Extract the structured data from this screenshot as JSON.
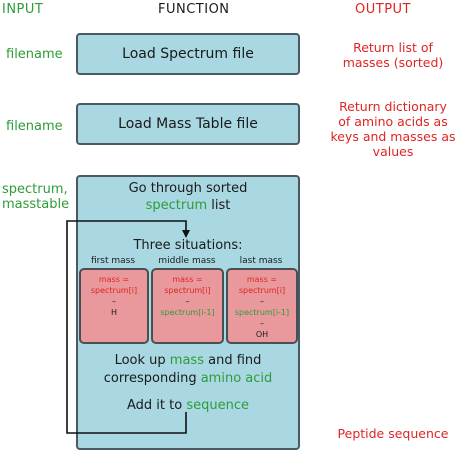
{
  "headers": {
    "input": "INPUT",
    "function": "FUNCTION",
    "output": "OUTPUT"
  },
  "step1": {
    "input": "filename",
    "function": "Load Spectrum file",
    "output_line1": "Return list of",
    "output_line2": "masses (sorted)"
  },
  "step2": {
    "input": "filename",
    "function": "Load Mass Table file",
    "output_line1": "Return dictionary",
    "output_line2": "of amino acids as",
    "output_line3": "keys and masses as",
    "output_line4": "values"
  },
  "step3": {
    "input_line1": "spectrum,",
    "input_line2": "masstable",
    "title_line1": "Go through sorted",
    "title_line2": "spectrum list",
    "title_spectrum": "spectrum",
    "title_list": "list",
    "situations": "Three situations:",
    "cases": [
      {
        "label": "first mass",
        "line1": "mass =",
        "line2": "spectrum[i]",
        "line3": "–",
        "line4": "H",
        "line5": "",
        "line6": ""
      },
      {
        "label": "middle mass",
        "line1": "mass =",
        "line2": "spectrum[i]",
        "line3": "–",
        "line4": "spectrum[i-1]",
        "line5": "",
        "line6": ""
      },
      {
        "label": "last mass",
        "line1": "mass =",
        "line2": "spectrum[i]",
        "line3": "–",
        "line4": "spectrum[i-1]",
        "line5": "–",
        "line6": "OH"
      }
    ],
    "lookup_line1_a": "Look up",
    "lookup_line1_b": "mass",
    "lookup_line1_c": "and find",
    "lookup_line2_a": "corresponding",
    "lookup_line2_b": "amino acid",
    "add_a": "Add it to",
    "add_b": "sequence",
    "output": "Peptide sequence"
  },
  "colors": {
    "green": "#2e9c3a",
    "red": "#e02424",
    "box_fill": "#a9d8e3",
    "card_fill": "#e9999b"
  }
}
